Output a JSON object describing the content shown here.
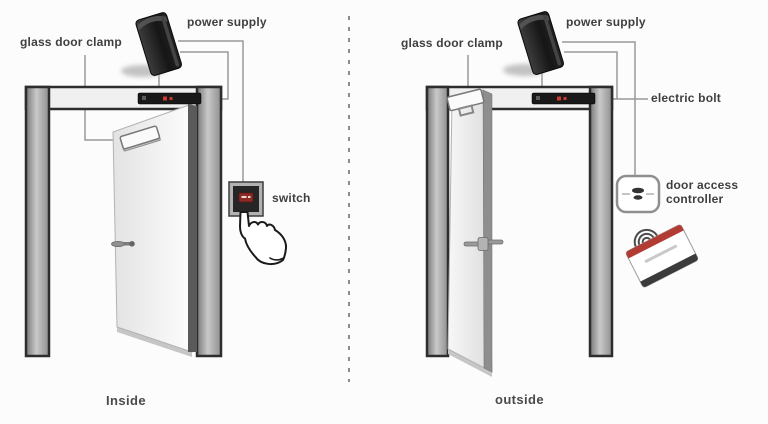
{
  "left": {
    "caption": "Inside",
    "labels": {
      "glass_door_clamp": "glass door clamp",
      "power_supply": "power supply",
      "switch": "switch"
    }
  },
  "right": {
    "caption": "outside",
    "labels": {
      "glass_door_clamp": "glass door clamp",
      "power_supply": "power supply",
      "electric_bolt": "electric bolt",
      "door_access_controller": "door access controller"
    }
  },
  "icons": {
    "wifi_waves": "concentric-arcs",
    "pointing_hand": "hand-outline",
    "controller_logo": "dark-emblem"
  },
  "colors": {
    "wire_gray": "#9a9a9a",
    "frame_dark": "#2d2d2d",
    "bolt_black": "#191919",
    "led_red": "#cf3a2e",
    "card_stripe_red": "#b23b33",
    "card_stripe_dark": "#3b3b3b"
  }
}
